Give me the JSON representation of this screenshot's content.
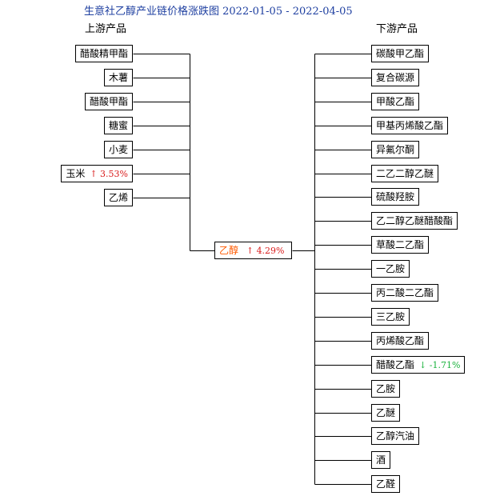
{
  "title": "生意社乙醇产业链价格涨跌图 2022-01-05 - 2022-04-05",
  "upstream_header": "上游产品",
  "downstream_header": "下游产品",
  "center": {
    "label": "乙醇",
    "arrow": "↑",
    "change": "4.29%",
    "direction": "up"
  },
  "upstream": [
    {
      "label": "醋酸精甲酯"
    },
    {
      "label": "木薯"
    },
    {
      "label": "醋酸甲酯"
    },
    {
      "label": "糖蜜"
    },
    {
      "label": "小麦"
    },
    {
      "label": "玉米",
      "arrow": "↑",
      "change": "3.53%",
      "direction": "up"
    },
    {
      "label": "乙烯"
    }
  ],
  "downstream": [
    {
      "label": "碳酸甲乙酯"
    },
    {
      "label": "复合碳源"
    },
    {
      "label": "甲酸乙酯"
    },
    {
      "label": "甲基丙烯酸乙酯"
    },
    {
      "label": "异氟尔酮"
    },
    {
      "label": "二乙二醇乙醚"
    },
    {
      "label": "硫酸羟胺"
    },
    {
      "label": "乙二醇乙醚醋酸酯"
    },
    {
      "label": "草酸二乙酯"
    },
    {
      "label": "一乙胺"
    },
    {
      "label": "丙二酸二乙酯"
    },
    {
      "label": "三乙胺"
    },
    {
      "label": "丙烯酸乙酯"
    },
    {
      "label": "醋酸乙酯",
      "arrow": "↓",
      "change": "-1.71%",
      "direction": "down"
    },
    {
      "label": "乙胺"
    },
    {
      "label": "乙醚"
    },
    {
      "label": "乙醇汽油"
    },
    {
      "label": "酒"
    },
    {
      "label": "乙醛"
    }
  ],
  "colors": {
    "title": "#1e3fa0",
    "up": "#d91a1a",
    "down": "#19b23c",
    "center": "#ff5a00"
  }
}
